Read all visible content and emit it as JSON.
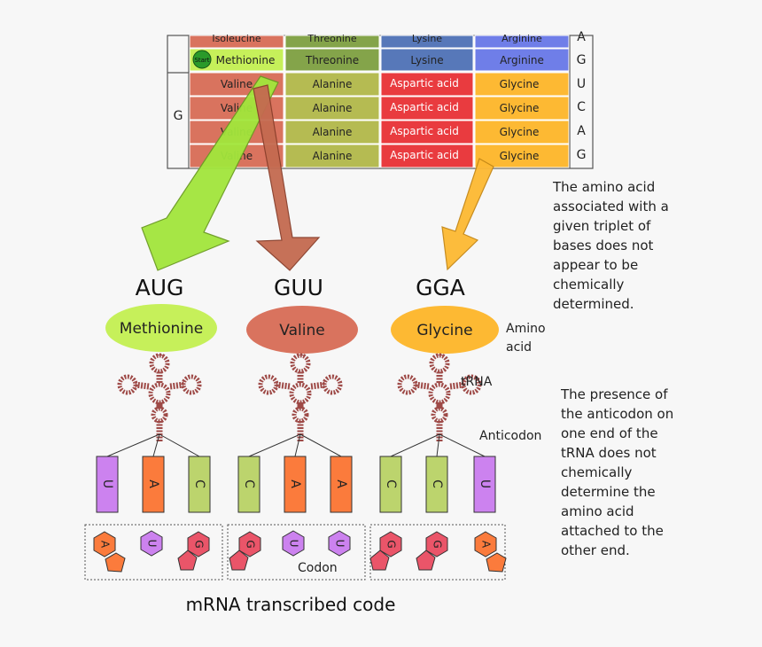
{
  "colors": {
    "valine_red": "#d9735e",
    "methionine_green": "#c6f05a",
    "threonine_green": "#84a44a",
    "alanine_olive": "#b5bb52",
    "lysine_blue": "#5778b9",
    "aspartic_red": "#e93b3f",
    "arginine_blue": "#6f7ee8",
    "glycine_orange": "#fdb933",
    "uracil_purple": "#cc82ef",
    "adenine_orange": "#fb7b3c",
    "cytosine_green": "#bcd46d",
    "guanine_pink": "#ea5569",
    "trna_red": "#9e4a47"
  },
  "codon_table": {
    "first_base": "G",
    "partial_row": [
      "Isoleucine",
      "Threonine",
      "Lysine",
      "Arginine"
    ],
    "partial_third_base": "A",
    "start_label": "Start",
    "rows": [
      {
        "cells": [
          "Methionine",
          "Threonine",
          "Lysine",
          "Arginine"
        ],
        "third": "G"
      },
      {
        "cells": [
          "Valine",
          "Alanine",
          "Aspartic acid",
          "Glycine"
        ],
        "third": "U"
      },
      {
        "cells": [
          "Valine",
          "Alanine",
          "Aspartic acid",
          "Glycine"
        ],
        "third": "C"
      },
      {
        "cells": [
          "Valine",
          "Alanine",
          "Aspartic acid",
          "Glycine"
        ],
        "third": "A"
      },
      {
        "cells": [
          "Valine",
          "Alanine",
          "Aspartic acid",
          "Glycine"
        ],
        "third": "G"
      }
    ]
  },
  "groups": [
    {
      "codon": "AUG",
      "amino_acid": "Methionine",
      "anticodon": [
        "U",
        "A",
        "C"
      ],
      "mrna": [
        "A",
        "U",
        "G"
      ]
    },
    {
      "codon": "GUU",
      "amino_acid": "Valine",
      "anticodon": [
        "C",
        "A",
        "A"
      ],
      "mrna": [
        "G",
        "U",
        "U"
      ]
    },
    {
      "codon": "GGA",
      "amino_acid": "Glycine",
      "anticodon": [
        "C",
        "C",
        "U"
      ],
      "mrna": [
        "G",
        "G",
        "A"
      ]
    }
  ],
  "labels": {
    "amino_acid_line1": "Amino",
    "amino_acid_line2": "acid",
    "trna": "tRNA",
    "anticodon": "Anticodon",
    "codon": "Codon",
    "mrna_caption": "mRNA transcribed code"
  },
  "notes": {
    "chemical_note": [
      "The amino acid",
      "associated with a",
      "given triplet of",
      "bases does not",
      "appear to be",
      "chemically",
      "determined."
    ],
    "anticodon_note": [
      "The  presence of",
      "the anticodon on",
      "one end of the",
      "tRNA  does not",
      "chemically",
      "determine the",
      "amino acid",
      "attached to the",
      "other end."
    ]
  }
}
